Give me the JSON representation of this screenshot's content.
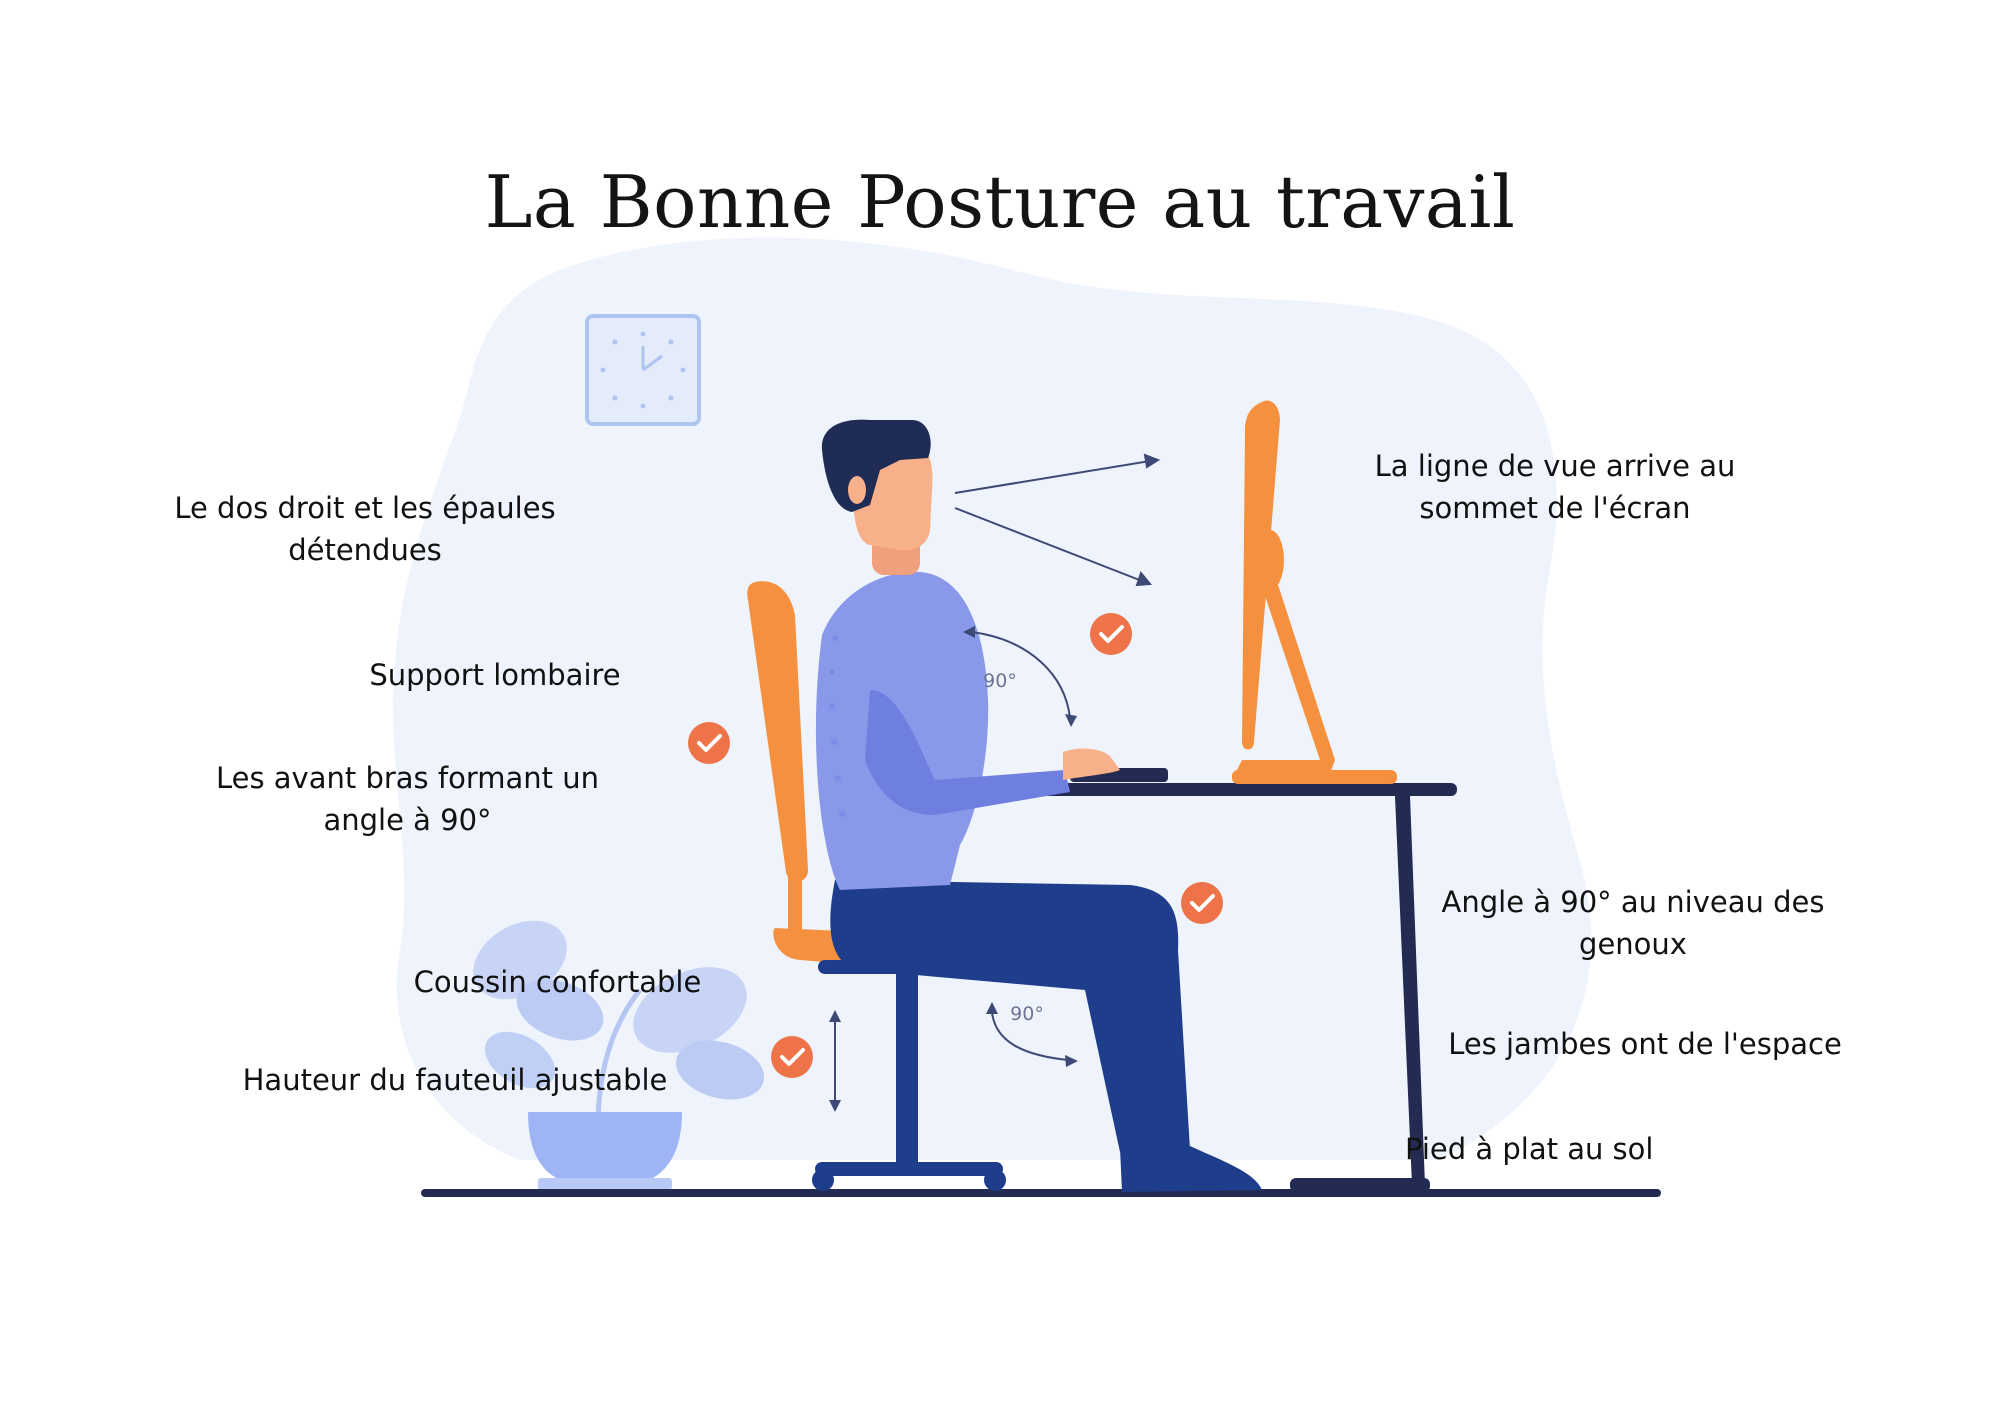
{
  "title": "La Bonne Posture au travail",
  "labels": {
    "back": [
      "Le dos droit et les épaules",
      "détendues"
    ],
    "lumbar": "Support lombaire",
    "forearms": [
      "Les avant bras formant un",
      "angle à 90°"
    ],
    "cushion": "Coussin confortable",
    "seat_height": "Hauteur du fauteuil ajustable",
    "line_of_sight": [
      "La ligne de vue arrive au",
      "sommet de l'écran"
    ],
    "knees": [
      "Angle à 90° au niveau des",
      "genoux"
    ],
    "legs": "Les jambes ont de l'espace",
    "feet": "Pied à plat au sol"
  },
  "angle_marks": [
    "90°",
    "90°"
  ],
  "colors": {
    "blob": "#eef3fc",
    "orange": "#f5913e",
    "check_orange": "#ee7348",
    "shirt": "#8a98ea",
    "pants": "#1e3d8a",
    "navy": "#232b52",
    "skin": "#f7b08a",
    "hair": "#1f2c55",
    "plant": "#c7d4f6",
    "pot": "#9eb4f4",
    "clock": "#aec5f0"
  },
  "icons": [
    "check-icon",
    "clock-icon",
    "plant-icon",
    "sightline-arrow-icon",
    "angle-arrow-icon",
    "height-arrow-icon"
  ]
}
